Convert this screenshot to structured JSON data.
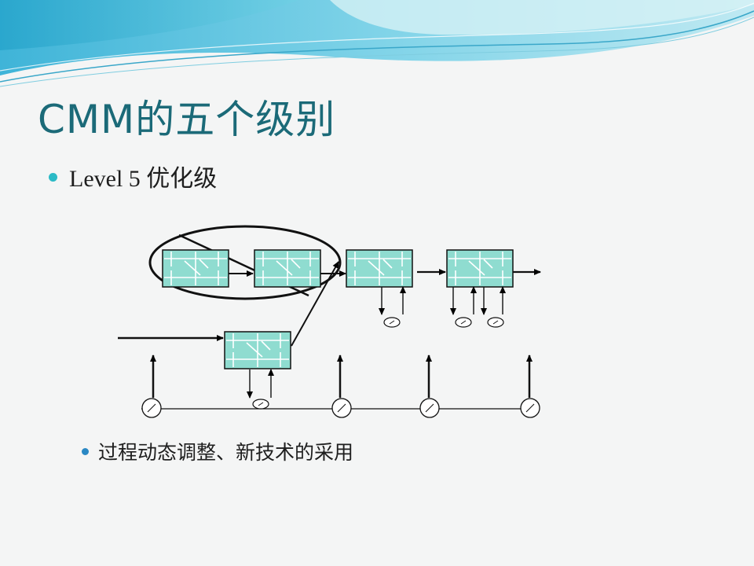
{
  "title": "CMM的五个级别",
  "bullet_primary": "Level 5 优化级",
  "bullet_secondary": "过程动态调整、新技术的采用",
  "colors": {
    "title": "#1b6a78",
    "process_box_fill": "#8fdcd0",
    "bullet_primary": "#2bbac6",
    "bullet_secondary": "#2a88c4",
    "header_wave": "#5cc6e0"
  }
}
